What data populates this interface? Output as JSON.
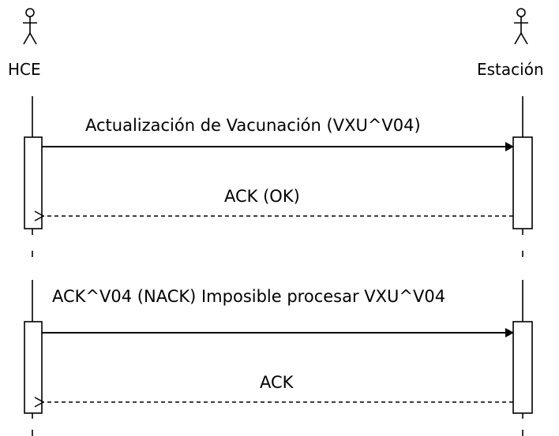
{
  "diagram": {
    "type": "sequence",
    "actors": [
      {
        "id": "hce",
        "name": "HCE"
      },
      {
        "id": "estacion",
        "name": "Estación"
      }
    ],
    "messages": [
      {
        "id": "m1",
        "from": "hce",
        "to": "estacion",
        "style": "solid",
        "label": "Actualización de Vacunación (VXU^V04)"
      },
      {
        "id": "m2",
        "from": "estacion",
        "to": "hce",
        "style": "dashed",
        "label": "ACK (OK)"
      },
      {
        "id": "m3",
        "from": "hce",
        "to": "estacion",
        "style": "solid",
        "label": "ACK^V04 (NACK) Imposible procesar VXU^V04"
      },
      {
        "id": "m4",
        "from": "estacion",
        "to": "hce",
        "style": "dashed",
        "label": "ACK"
      }
    ],
    "colors": {
      "line": "#000000",
      "background": "#ffffff"
    },
    "icons": {
      "actor": "stick-figure-icon"
    }
  }
}
